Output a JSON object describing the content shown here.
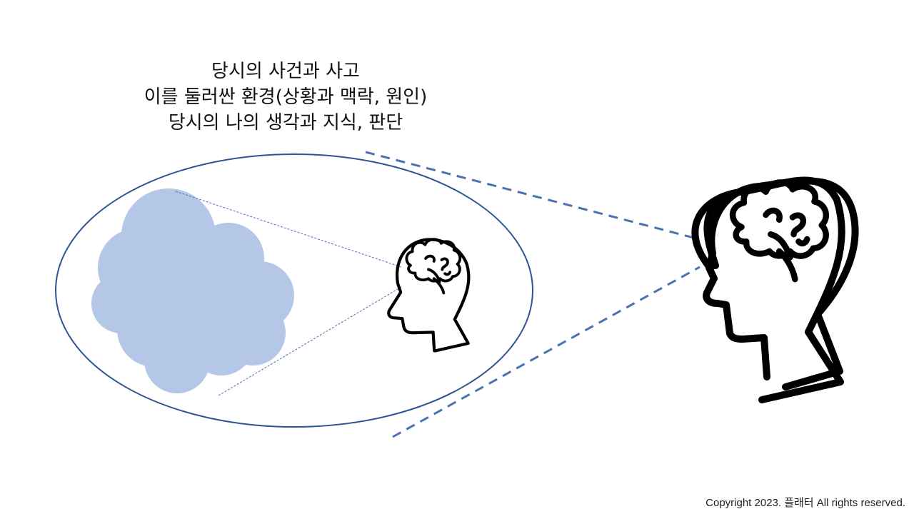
{
  "caption": {
    "lines": [
      "당시의 사건과 사고",
      "이를 둘러싼 환경(상황과 맥락, 원인)",
      "당시의 나의 생각과 지식, 판단"
    ]
  },
  "footer": {
    "copyright": "Copyright 2023. 플래터 All rights reserved."
  },
  "colors": {
    "ellipse_stroke": "#2e5491",
    "cloud_fill": "#b4c7e7",
    "dashed_line": "#4a72b0",
    "head_stroke": "#000000"
  },
  "icons": {
    "small_head": "head-with-brain-icon",
    "large_head": "head-with-brain-icon"
  }
}
